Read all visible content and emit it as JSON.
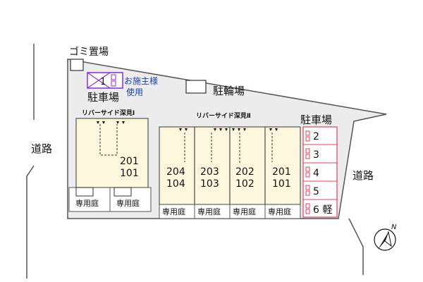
{
  "labels": {
    "garbage": "ゴミ置場",
    "owner_slot_num": "1",
    "owner_line1": "お施主様",
    "owner_line2": "使用",
    "parking_left": "駐車場",
    "bicycle": "駐輪場",
    "parking_right": "駐車場",
    "road_left": "道路",
    "road_right": "道路",
    "compass": "N"
  },
  "buildings": [
    {
      "name": "リバーサイド深見Ⅰ",
      "units": [
        {
          "upper": "201",
          "lower": "101"
        }
      ]
    },
    {
      "name": "リバーサイド深見Ⅱ",
      "units": [
        {
          "upper": "204",
          "lower": "104"
        },
        {
          "upper": "203",
          "lower": "103"
        },
        {
          "upper": "202",
          "lower": "102"
        },
        {
          "upper": "201",
          "lower": "101"
        }
      ]
    }
  ],
  "gardens": [
    "専用庭",
    "専用庭",
    "専用庭",
    "専用庭",
    "専用庭",
    "専用庭"
  ],
  "parking_slots": [
    "2",
    "3",
    "4",
    "5",
    "6 軽"
  ],
  "colors": {
    "building_fill": "#fbf6dc",
    "site_fill": "#ececec",
    "owner_slot": "#8a2be2",
    "owner_text": "#1a3fb0",
    "parking_slot": "#e0405a"
  }
}
